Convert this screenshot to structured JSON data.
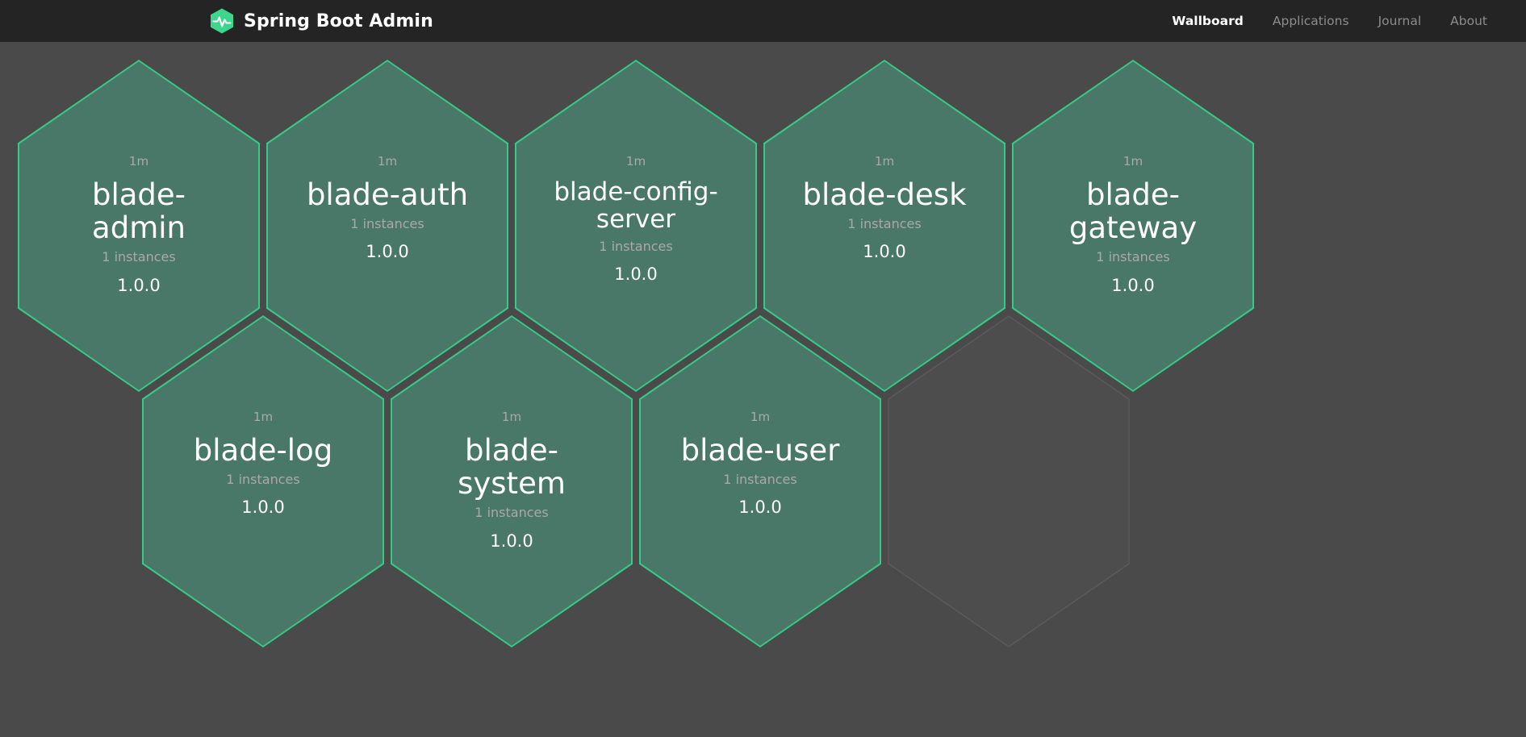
{
  "header": {
    "brand_title": "Spring Boot Admin",
    "logo_icon": "heartbeat-hexagon-icon",
    "nav": [
      {
        "label": "Wallboard",
        "active": true
      },
      {
        "label": "Applications",
        "active": false
      },
      {
        "label": "Journal",
        "active": false
      },
      {
        "label": "About",
        "active": false
      }
    ]
  },
  "colors": {
    "header_bg": "#242424",
    "page_bg": "#4a4a4a",
    "hex_fill": "#4a7868",
    "hex_border": "#35c98a",
    "brand_green": "#3dd68c",
    "text_primary": "#ffffff",
    "text_muted": "#a9a9a9",
    "empty_hex_fill": "#4d4d4d",
    "empty_hex_border": "#5a5a5a"
  },
  "wallboard": {
    "applications": [
      {
        "name": "blade-admin",
        "status": "1m",
        "instances": "1 instances",
        "version": "1.0.0",
        "long_name": false
      },
      {
        "name": "blade-auth",
        "status": "1m",
        "instances": "1 instances",
        "version": "1.0.0",
        "long_name": false
      },
      {
        "name": "blade-config-server",
        "status": "1m",
        "instances": "1 instances",
        "version": "1.0.0",
        "long_name": true
      },
      {
        "name": "blade-desk",
        "status": "1m",
        "instances": "1 instances",
        "version": "1.0.0",
        "long_name": false
      },
      {
        "name": "blade-gateway",
        "status": "1m",
        "instances": "1 instances",
        "version": "1.0.0",
        "long_name": false
      },
      {
        "name": "blade-log",
        "status": "1m",
        "instances": "1 instances",
        "version": "1.0.0",
        "long_name": false
      },
      {
        "name": "blade-system",
        "status": "1m",
        "instances": "1 instances",
        "version": "1.0.0",
        "long_name": false
      },
      {
        "name": "blade-user",
        "status": "1m",
        "instances": "1 instances",
        "version": "1.0.0",
        "long_name": false
      }
    ],
    "empty_slots": 1
  }
}
